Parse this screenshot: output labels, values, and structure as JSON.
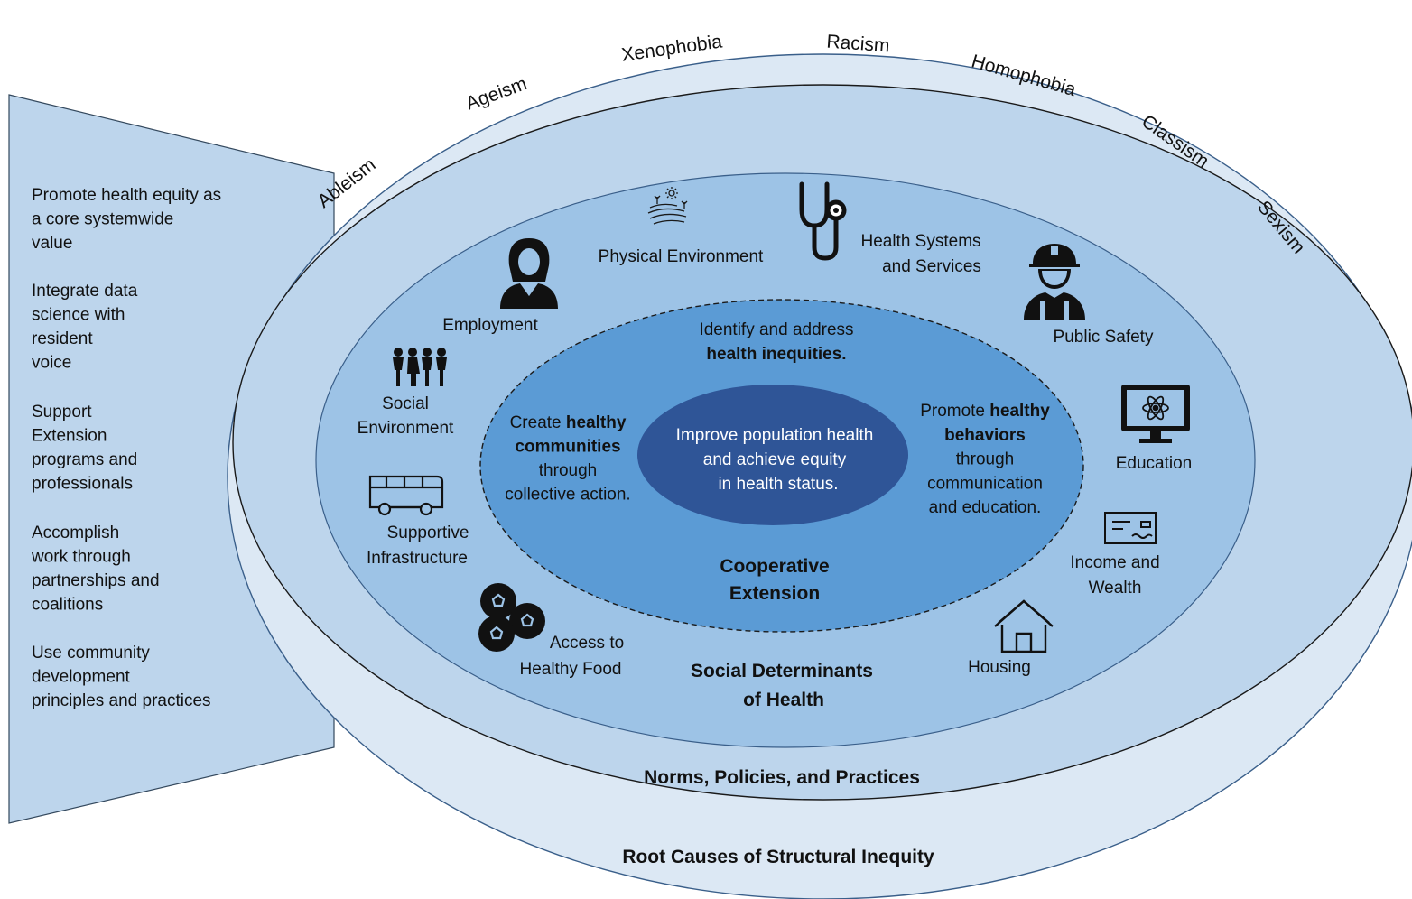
{
  "left_panel": {
    "items": [
      [
        "Promote health equity as",
        "a core systemwide",
        "value"
      ],
      [
        "Integrate data",
        "science with",
        "resident",
        "voice"
      ],
      [
        "Support",
        "Extension",
        "programs and",
        "professionals"
      ],
      [
        "Accomplish",
        "work through",
        "partnerships and",
        "coalitions"
      ],
      [
        "Use community",
        "development",
        "principles and practices"
      ]
    ]
  },
  "isms": [
    "Ableism",
    "Ageism",
    "Xenophobia",
    "Racism",
    "Homophobia",
    "Classism",
    "Sexism"
  ],
  "rings": {
    "outer_label": "Root Causes of Structural Inequity",
    "norms_label": "Norms, Policies, and Practices",
    "sdoh_label": [
      "Social Determinants",
      "of Health"
    ],
    "extension_label": [
      "Cooperative",
      "Extension"
    ]
  },
  "determinants": {
    "physical_environment": [
      "Physical Environment"
    ],
    "health_systems": [
      "Health Systems",
      "and Services"
    ],
    "employment": [
      "Employment"
    ],
    "public_safety": [
      "Public Safety"
    ],
    "social_environment": [
      "Social",
      "Environment"
    ],
    "education": [
      "Education"
    ],
    "supportive_infrastructure": [
      "Supportive",
      "Infrastructure"
    ],
    "income_wealth": [
      "Income and",
      "Wealth"
    ],
    "healthy_food": [
      "Access to",
      "Healthy Food"
    ],
    "housing": [
      "Housing"
    ]
  },
  "extension_goals": {
    "top": [
      {
        "pre": "Identify and address",
        "bold": "",
        "post": ""
      },
      {
        "pre": "",
        "bold": "health inequities.",
        "post": ""
      }
    ],
    "left": [
      {
        "pre": "Create ",
        "bold": "healthy",
        "post": ""
      },
      {
        "pre": "",
        "bold": "communities",
        "post": ""
      },
      {
        "pre": "through",
        "bold": "",
        "post": ""
      },
      {
        "pre": "collective action.",
        "bold": "",
        "post": ""
      }
    ],
    "right": [
      {
        "pre": "Promote ",
        "bold": "healthy",
        "post": ""
      },
      {
        "pre": "",
        "bold": "behaviors",
        "post": ""
      },
      {
        "pre": "through",
        "bold": "",
        "post": ""
      },
      {
        "pre": "communication",
        "bold": "",
        "post": ""
      },
      {
        "pre": "and education.",
        "bold": "",
        "post": ""
      }
    ]
  },
  "core": [
    "Improve population health",
    "and achieve equity",
    "in health status."
  ],
  "colors": {
    "outer_ring": "#dce8f4",
    "norms_ring": "#bdd5ec",
    "sdoh_ring": "#9dc3e6",
    "extension_fill": "#5b9bd5",
    "core_fill": "#2f5597",
    "left_panel": "#bdd5ec",
    "stroke": "#1f2d3d"
  },
  "icons": [
    "farm-field-icon",
    "stethoscope-icon",
    "businesswoman-icon",
    "construction-worker-icon",
    "family-group-icon",
    "computer-atom-icon",
    "bus-icon",
    "check-icon",
    "blueberries-icon",
    "house-icon"
  ]
}
